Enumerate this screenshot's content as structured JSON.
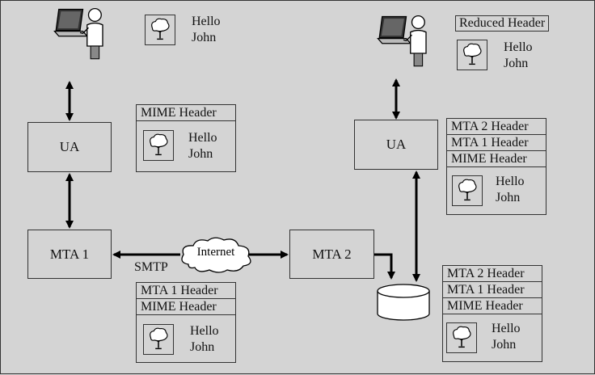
{
  "nodes": {
    "ua_left": "UA",
    "ua_right": "UA",
    "mta1": "MTA 1",
    "mta2": "MTA 2"
  },
  "labels": {
    "smtp": "SMTP",
    "internet": "Internet",
    "reduced_header": "Reduced Header"
  },
  "greeting": {
    "line1": "Hello",
    "line2": "John"
  },
  "headers": {
    "mime": "MIME Header",
    "mta1": "MTA 1 Header",
    "mta2": "MTA 2 Header"
  },
  "icons": [
    "person-at-laptop-icon",
    "tree-icon",
    "cloud-icon",
    "database-icon"
  ]
}
